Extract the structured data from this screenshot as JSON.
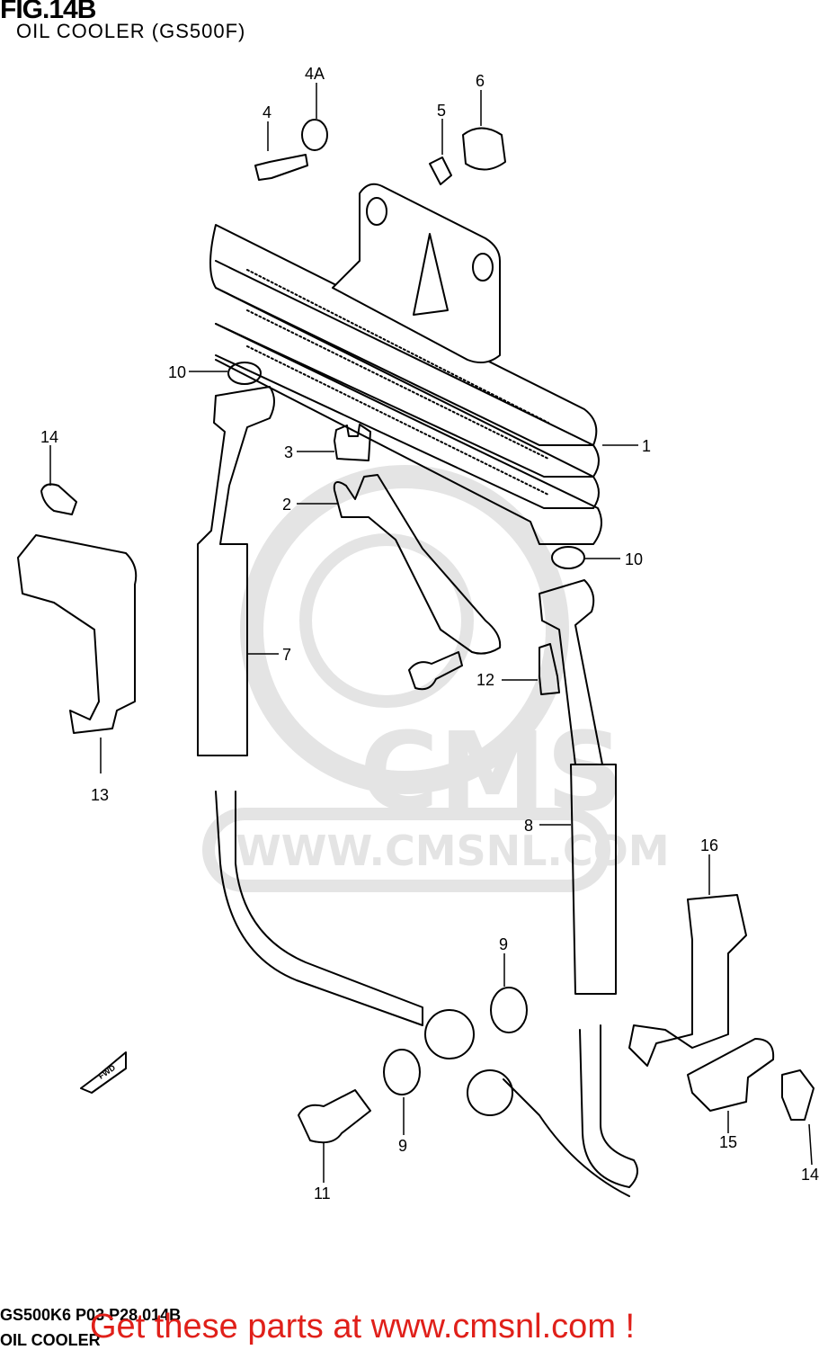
{
  "header": {
    "figure_number": "FIG.14B",
    "subtitle": "OIL COOLER (GS500F)"
  },
  "watermark": {
    "brand": "CMS",
    "url": "WWW.CMSNL.COM"
  },
  "callouts": {
    "c1": "1",
    "c2": "2",
    "c3": "3",
    "c4": "4",
    "c4a": "4A",
    "c5": "5",
    "c6": "6",
    "c7": "7",
    "c8": "8",
    "c9a": "9",
    "c9b": "9",
    "c10a": "10",
    "c10b": "10",
    "c11": "11",
    "c12": "12",
    "c13": "13",
    "c14a": "14",
    "c14b": "14",
    "c15": "15",
    "c16": "16"
  },
  "direction_marker": "FWD",
  "footer": {
    "code": "GS500K6 P03 P28 014B",
    "name": "OIL COOLER",
    "promo": "Get these parts at www.cmsnl.com !"
  },
  "colors": {
    "line": "#000000",
    "watermark": "#e4e4e4",
    "promo": "#e0201a"
  }
}
